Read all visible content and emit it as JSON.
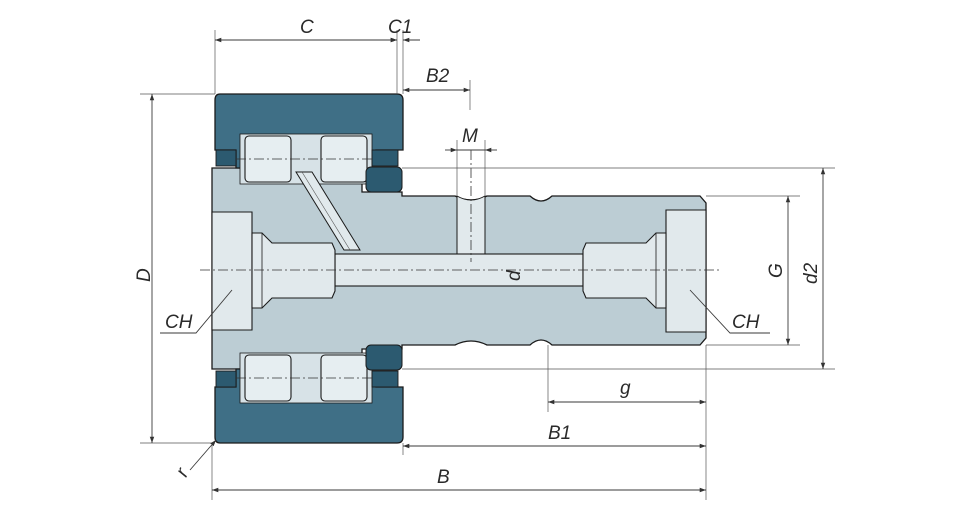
{
  "colors": {
    "outer_ring": "#3f6f86",
    "stud_body": "#bccdd4",
    "roller": "#e6eef1",
    "bore": "#e1e9ec",
    "seal": "#2c5a70",
    "line": "#1a1a1a"
  },
  "labels": {
    "C": "C",
    "C1": "C1",
    "B2": "B2",
    "M": "M",
    "D": "D",
    "d": "d",
    "G": "G",
    "d2": "d2",
    "CH_left": "CH",
    "CH_right": "CH",
    "g": "g",
    "B1": "B1",
    "r": "r",
    "B": "B"
  }
}
